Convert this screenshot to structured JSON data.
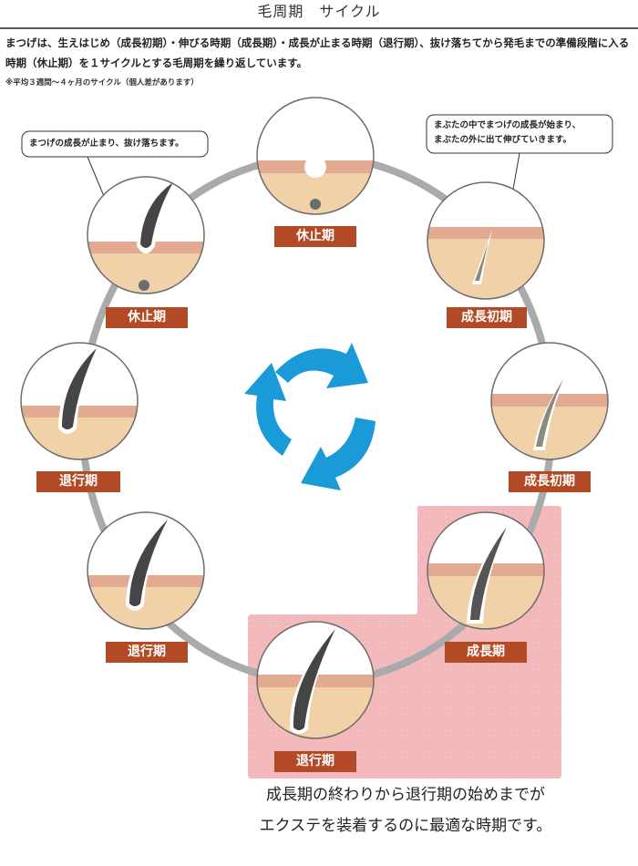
{
  "header": {
    "title": "毛周期　サイクル"
  },
  "intro": {
    "description": "まつげは、生えはじめ（成長初期）・伸びる時期（成長期）・成長が止まる時期（退行期）、抜け落ちてから発毛までの準備段階に入る時期（休止期）を１サイクルとする毛周期を繰り返しています。",
    "note": "※平均３週間〜４ヶ月のサイクル（個人差があります）"
  },
  "callouts": {
    "growth_start_line1": "まぶたの中でまつげの成長が始まり、",
    "growth_start_line2": "まぶたの外に出て伸びていきます。",
    "shedding": "まつげの成長が止まり、抜け落ちます。"
  },
  "phases": [
    {
      "label": "休止期"
    },
    {
      "label": "成長初期"
    },
    {
      "label": "成長初期"
    },
    {
      "label": "成長期"
    },
    {
      "label": "退行期"
    },
    {
      "label": "退行期"
    },
    {
      "label": "退行期"
    },
    {
      "label": "休止期"
    }
  ],
  "recommendation": {
    "line1": "成長期の終わりから退行期の始めまでが",
    "line2": "エクステを装着するのに最適な時期です。"
  },
  "colors": {
    "ring": "#a9aaac",
    "skin": "#f1d1a8",
    "skin_band": "#e3aa92",
    "hair": "#454545",
    "hair_young": "#8a8a7e",
    "label_bg": "#b34a26",
    "highlight": "#f2b8ba",
    "arrow": "#1a9ad9"
  }
}
